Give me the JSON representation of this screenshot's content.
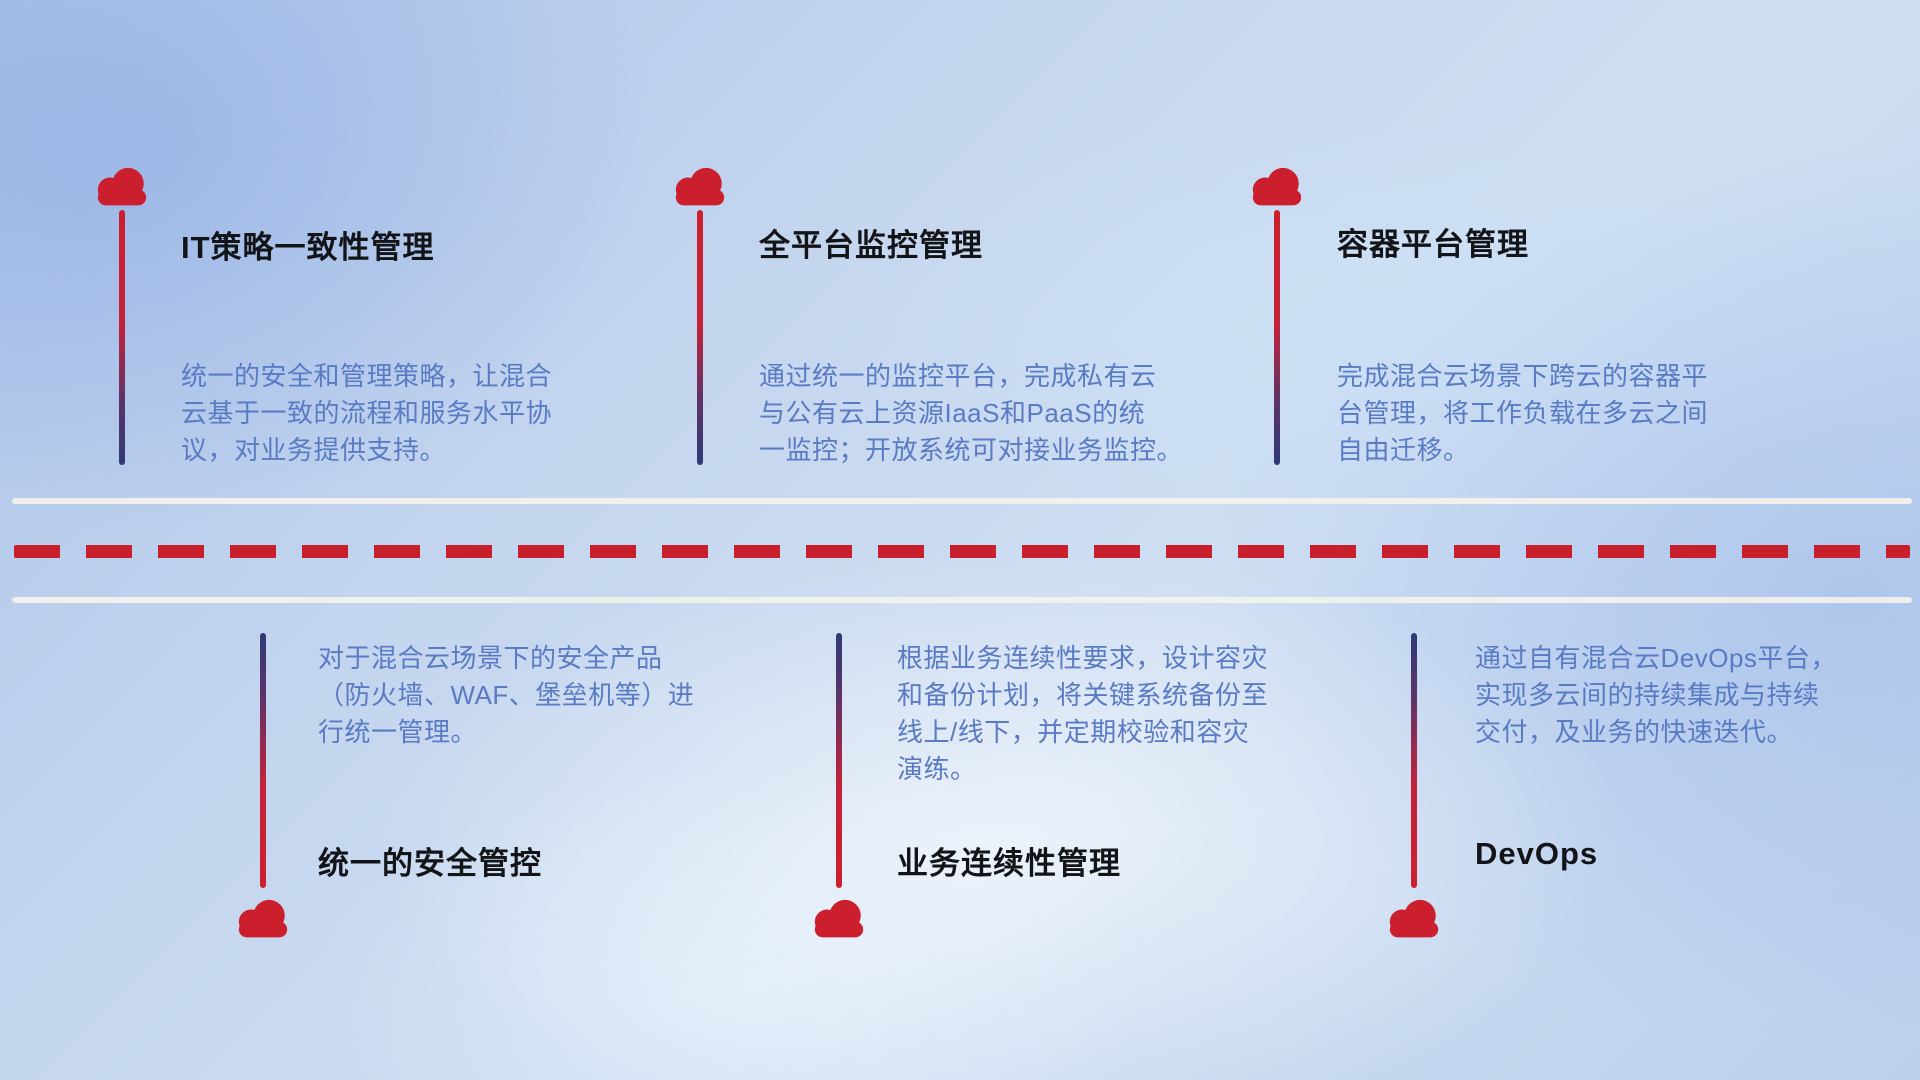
{
  "diagram": {
    "theme": "hybrid-cloud-management-capabilities",
    "colors": {
      "accent_red": "#cc1f2d",
      "navy": "#2e3a76",
      "title_text": "#121418",
      "body_text": "#5a7bc4",
      "divider_white": "#f5f2eb",
      "background_base": "#c6d7ef"
    },
    "top_items": [
      {
        "title": "IT策略一致性管理",
        "description": "统一的安全和管理策略，让混合\n云基于一致的流程和服务水平协\n议，对业务提供支持。"
      },
      {
        "title": "全平台监控管理",
        "description": "通过统一的监控平台，完成私有云\n与公有云上资源IaaS和PaaS的统\n一监控；开放系统可对接业务监控。"
      },
      {
        "title": "容器平台管理",
        "description": "完成混合云场景下跨云的容器平\n台管理，将工作负载在多云之间\n自由迁移。"
      }
    ],
    "bottom_items": [
      {
        "title": "统一的安全管控",
        "description": "对于混合云场景下的安全产品\n（防火墙、WAF、堡垒机等）进\n行统一管理。"
      },
      {
        "title": "业务连续性管理",
        "description": "根据业务连续性要求，设计容灾\n和备份计划，将关键系统备份至\n线上/线下，并定期校验和容灾\n演练。"
      },
      {
        "title": "DevOps",
        "description": "通过自有混合云DevOps平台，\n实现多云间的持续集成与持续\n交付，及业务的快速迭代。"
      }
    ]
  }
}
